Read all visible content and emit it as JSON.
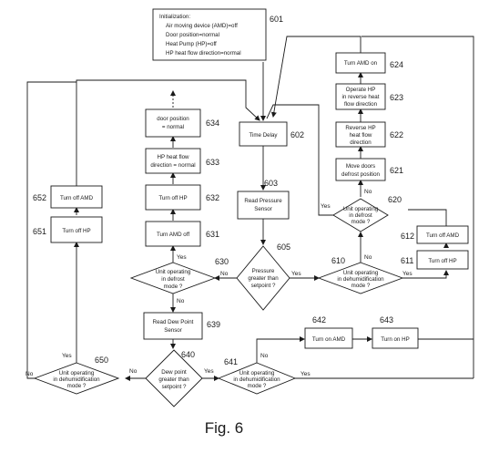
{
  "figure": {
    "caption": "Fig. 6"
  },
  "colors": {
    "ink": "#1a1a1a",
    "background": "#ffffff"
  },
  "nodes": {
    "n601": {
      "lines": [
        "Initialization:",
        "Air moving device (AMD)=off",
        "Door position=normal",
        "Heat Pump (HP)=off",
        "HP heat flow direction=normal"
      ],
      "ref": "601"
    },
    "n602": {
      "lines": [
        "Time Delay"
      ],
      "ref": "602"
    },
    "n603": {
      "lines": [
        "Read Pressure",
        "Sensor"
      ],
      "ref": "603"
    },
    "n605": {
      "lines": [
        "Pressure",
        "greater than",
        "setpoint ?"
      ],
      "ref": "605"
    },
    "n610": {
      "lines": [
        "Unit operating",
        "in dehumidification",
        "mode ?"
      ],
      "ref": "610"
    },
    "n611": {
      "lines": [
        "Turn off HP"
      ],
      "ref": "611"
    },
    "n612": {
      "lines": [
        "Turn off AMD"
      ],
      "ref": "612"
    },
    "n620": {
      "lines": [
        "Unit operating",
        "in defrost",
        "mode ?"
      ],
      "ref": "620"
    },
    "n621": {
      "lines": [
        "Move doors",
        "defrost position"
      ],
      "ref": "621"
    },
    "n622": {
      "lines": [
        "Reverse HP",
        "heat flow",
        "direction"
      ],
      "ref": "622"
    },
    "n623": {
      "lines": [
        "Operate HP",
        "in reverse heat",
        "flow direction"
      ],
      "ref": "623"
    },
    "n624": {
      "lines": [
        "Turn AMD on"
      ],
      "ref": "624"
    },
    "n630": {
      "lines": [
        "Unit operating",
        "in defrost",
        "mode ?"
      ],
      "ref": "630"
    },
    "n631": {
      "lines": [
        "Turn AMD off"
      ],
      "ref": "631"
    },
    "n632": {
      "lines": [
        "Turn off HP"
      ],
      "ref": "632"
    },
    "n633": {
      "lines": [
        "HP heat flow",
        "direction = normal"
      ],
      "ref": "633"
    },
    "n634": {
      "lines": [
        "door position",
        "= normal"
      ],
      "ref": "634"
    },
    "n639": {
      "lines": [
        "Read Dew Point",
        "Sensor"
      ],
      "ref": "639"
    },
    "n640": {
      "lines": [
        "Dew point",
        "greater than",
        "setpoint ?"
      ],
      "ref": "640"
    },
    "n641": {
      "lines": [
        "Unit operating",
        "in dehumidification",
        "mode ?"
      ],
      "ref": "641"
    },
    "n642": {
      "lines": [
        "Turn on AMD"
      ],
      "ref": "642"
    },
    "n643": {
      "lines": [
        "Turn on HP"
      ],
      "ref": "643"
    },
    "n650": {
      "lines": [
        "Unit operating",
        "in dehumidification",
        "mode ?"
      ],
      "ref": "650"
    },
    "n651": {
      "lines": [
        "Turn off HP"
      ],
      "ref": "651"
    },
    "n652": {
      "lines": [
        "Turn off AMD"
      ],
      "ref": "652"
    }
  },
  "edge_labels": {
    "yes": "Yes",
    "no": "No"
  }
}
